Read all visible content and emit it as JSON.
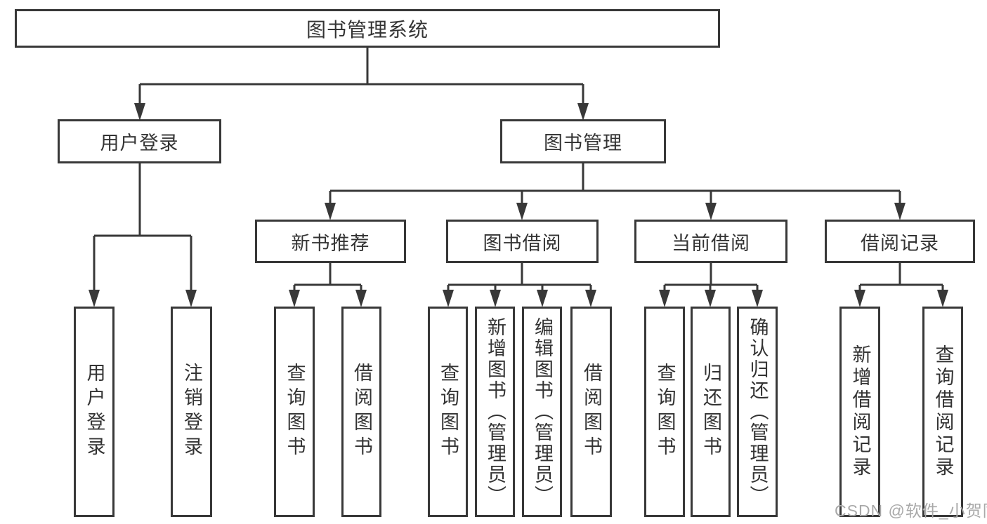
{
  "diagram": {
    "root": {
      "label": "图书管理系统"
    },
    "level2": [
      {
        "label": "用户登录"
      },
      {
        "label": "图书管理"
      }
    ],
    "level3": [
      {
        "label": "新书推荐",
        "parent": "图书管理"
      },
      {
        "label": "图书借阅",
        "parent": "图书管理"
      },
      {
        "label": "当前借阅",
        "parent": "图书管理"
      },
      {
        "label": "借阅记录",
        "parent": "图书管理"
      }
    ],
    "leaves": [
      {
        "label": "用户登录",
        "parent": "用户登录"
      },
      {
        "label": "注销登录",
        "parent": "用户登录"
      },
      {
        "label": "查询图书",
        "parent": "新书推荐"
      },
      {
        "label": "借阅图书",
        "parent": "新书推荐"
      },
      {
        "label": "查询图书",
        "parent": "图书借阅"
      },
      {
        "label": "新增图书（管理员）",
        "parent": "图书借阅"
      },
      {
        "label": "编辑图书（管理员）",
        "parent": "图书借阅"
      },
      {
        "label": "借阅图书",
        "parent": "图书借阅"
      },
      {
        "label": "查询图书",
        "parent": "当前借阅"
      },
      {
        "label": "归还图书",
        "parent": "当前借阅"
      },
      {
        "label": "确认归还（管理员）",
        "parent": "当前借阅"
      },
      {
        "label": "新增借阅记录",
        "parent": "借阅记录"
      },
      {
        "label": "查询借阅记录",
        "parent": "借阅记录"
      }
    ],
    "watermark": "CSDN @软件_小贺同学",
    "colors": {
      "line": "#383838",
      "box_border": "#383838",
      "text": "#333333",
      "box_background": "#ffffff",
      "page_background": "#ffffff",
      "watermark": "#a9a9a9"
    }
  }
}
